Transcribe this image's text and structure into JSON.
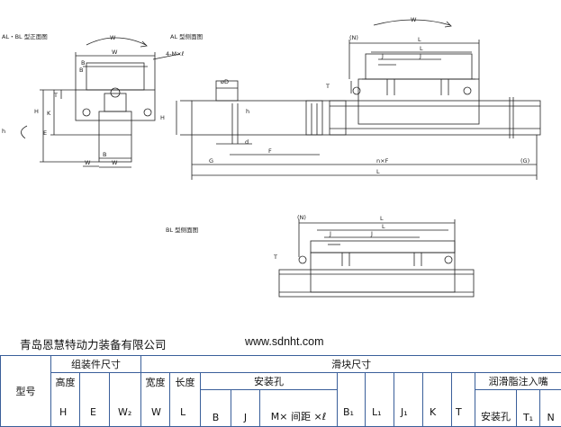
{
  "drawing": {
    "labels": {
      "front_view": "AL・BL 型正面图",
      "al_side_view": "AL 型侧面图",
      "bl_side_view": "BL 型侧面图",
      "w": "W",
      "w_ro": "W",
      "b": "B",
      "b1": "B",
      "bolt_spec": "4-M×ℓ",
      "h": "H",
      "h1": "H",
      "h0": "h",
      "e": "E",
      "k": "K",
      "t": "T",
      "t1": "T",
      "w2": "W",
      "w1": "W",
      "b_sub": "B",
      "n": "(N)",
      "l": "L",
      "l1": "L",
      "j": "J",
      "j1": "J",
      "phi_d": "øD",
      "small_h": "h",
      "small_d": "d",
      "f": "F",
      "g": "G",
      "n_x_f": "n×F",
      "g_paren": "(G)",
      "l0": "L"
    }
  },
  "footer": {
    "company": "青岛恩慧特动力装备有限公司",
    "website": "www.sdnht.com"
  },
  "table": {
    "model": "型号",
    "assembly_dims": "组装件尺寸",
    "block_dims": "滑块尺寸",
    "height": "高度",
    "width": "宽度",
    "length": "长度",
    "mount_hole": "安装孔",
    "lube_nozzle": "润滑脂注入嘴",
    "col_h": "H",
    "col_e": "E",
    "col_w2": "W₂",
    "col_w": "W",
    "col_l": "L",
    "col_b": "B",
    "col_j": "J",
    "col_mxl": "M× 间距 ×ℓ",
    "col_b1": "B₁",
    "col_l1": "L₁",
    "col_j1": "J₁",
    "col_k": "K",
    "col_t": "T",
    "col_mount": "安装孔",
    "col_t1": "T₁",
    "col_n": "N"
  }
}
